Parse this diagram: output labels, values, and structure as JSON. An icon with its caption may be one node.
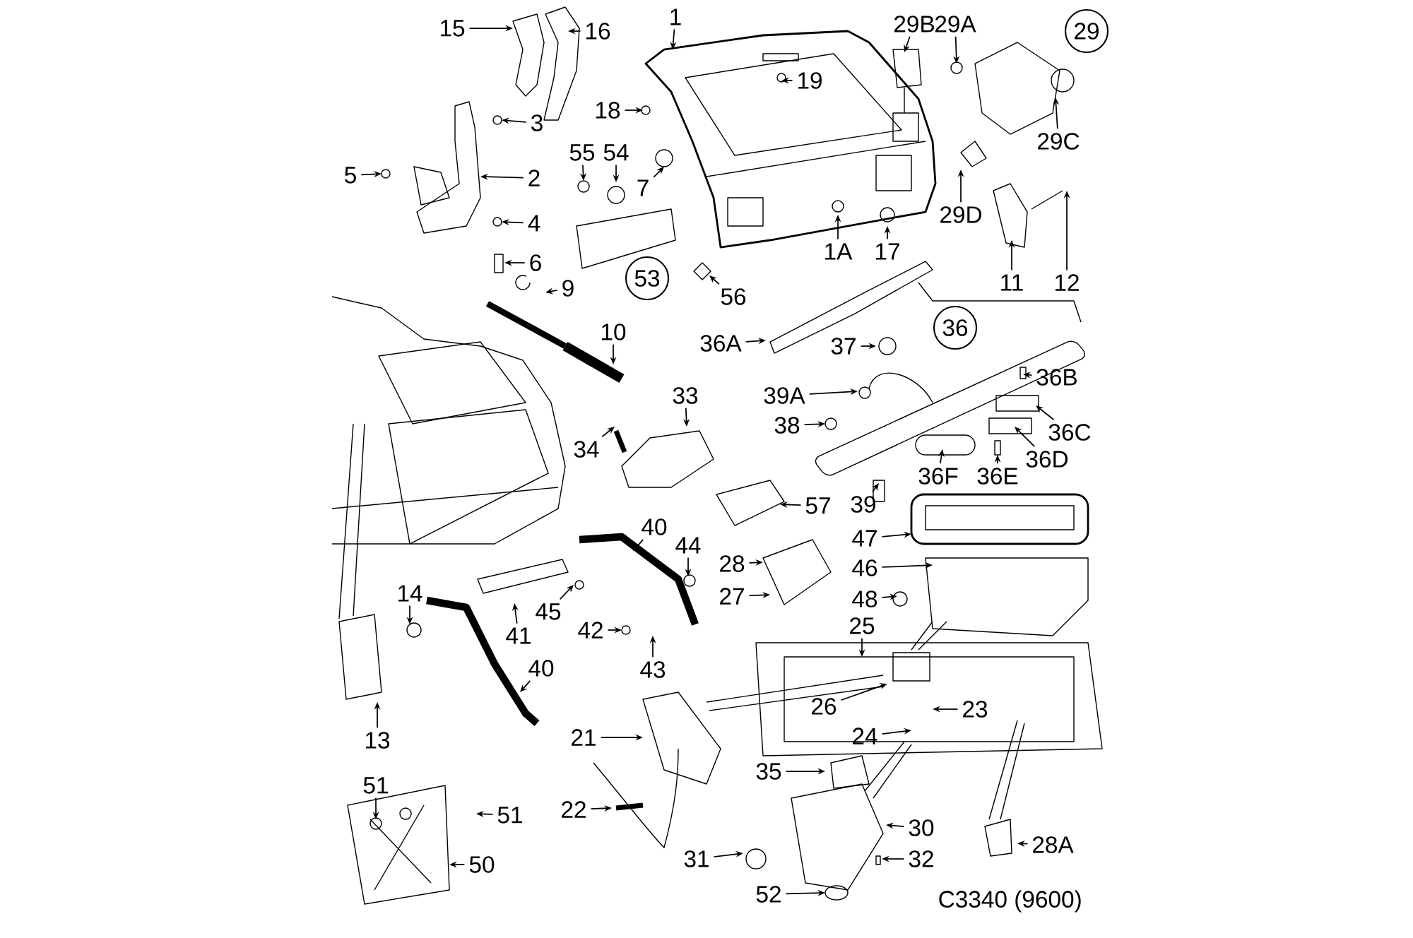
{
  "diagram": {
    "nodes": [
      {
        "text": [
          "1"
        ]
      },
      {
        "text": [
          "15"
        ]
      },
      {
        "text": [
          "16"
        ]
      },
      {
        "text": [
          "29B"
        ]
      },
      {
        "text": [
          "29A"
        ]
      },
      {
        "text": [
          "29"
        ]
      },
      {
        "text": [
          "19"
        ]
      },
      {
        "text": [
          "18"
        ]
      },
      {
        "text": [
          "3"
        ]
      },
      {
        "text": [
          "29C"
        ]
      },
      {
        "text": [
          "55"
        ]
      },
      {
        "text": [
          "54"
        ]
      },
      {
        "text": [
          "5"
        ]
      },
      {
        "text": [
          "2"
        ]
      },
      {
        "text": [
          "7"
        ]
      },
      {
        "text": [
          "29D"
        ]
      },
      {
        "text": [
          "4"
        ]
      },
      {
        "text": [
          "1A"
        ]
      },
      {
        "text": [
          "17"
        ]
      },
      {
        "text": [
          "6"
        ]
      },
      {
        "text": [
          "53"
        ]
      },
      {
        "text": [
          "11"
        ]
      },
      {
        "text": [
          "12"
        ]
      },
      {
        "text": [
          "9"
        ]
      },
      {
        "text": [
          "56"
        ]
      },
      {
        "text": [
          "36"
        ]
      },
      {
        "text": [
          "10"
        ]
      },
      {
        "text": [
          "36A"
        ]
      },
      {
        "text": [
          "37"
        ]
      },
      {
        "text": [
          "36B"
        ]
      },
      {
        "text": [
          "33"
        ]
      },
      {
        "text": [
          "39A"
        ]
      },
      {
        "text": [
          "38"
        ]
      },
      {
        "text": [
          "36C"
        ]
      },
      {
        "text": [
          "34"
        ]
      },
      {
        "text": [
          "36D"
        ]
      },
      {
        "text": [
          "36F"
        ]
      },
      {
        "text": [
          "36E"
        ]
      },
      {
        "text": [
          "39"
        ]
      },
      {
        "text": [
          "57"
        ]
      },
      {
        "text": [
          "40"
        ]
      },
      {
        "text": [
          "47"
        ]
      },
      {
        "text": [
          "44"
        ]
      },
      {
        "text": [
          "28"
        ]
      },
      {
        "text": [
          "46"
        ]
      },
      {
        "text": [
          "14"
        ]
      },
      {
        "text": [
          "27"
        ]
      },
      {
        "text": [
          "48"
        ]
      },
      {
        "text": [
          "45"
        ]
      },
      {
        "text": [
          "25"
        ]
      },
      {
        "text": [
          "42"
        ]
      },
      {
        "text": [
          "41"
        ]
      },
      {
        "text": [
          "40"
        ]
      },
      {
        "text": [
          "43"
        ]
      },
      {
        "text": [
          "23"
        ]
      },
      {
        "text": [
          "26"
        ]
      },
      {
        "text": [
          "24"
        ]
      },
      {
        "text": [
          "21"
        ]
      },
      {
        "text": [
          "13"
        ]
      },
      {
        "text": [
          "35"
        ]
      },
      {
        "text": [
          "51"
        ]
      },
      {
        "text": [
          "22"
        ]
      },
      {
        "text": [
          "51"
        ]
      },
      {
        "text": [
          "30"
        ]
      },
      {
        "text": [
          "28A"
        ]
      },
      {
        "text": [
          "31"
        ]
      },
      {
        "text": [
          "32"
        ]
      },
      {
        "text": [
          "50"
        ]
      },
      {
        "text": [
          "52"
        ]
      }
    ],
    "edges": [
      {
        "from": 0,
        "to": null,
        "arrow": "to"
      },
      {
        "from": 1,
        "to": null,
        "arrow": "to"
      },
      {
        "from": 2,
        "to": null,
        "arrow": "to"
      },
      {
        "from": 3,
        "to": null,
        "arrow": "to"
      },
      {
        "from": 4,
        "to": null,
        "arrow": "to"
      },
      {
        "from": 6,
        "to": null,
        "arrow": "to"
      },
      {
        "from": 7,
        "to": null,
        "arrow": "to"
      },
      {
        "from": 8,
        "to": null,
        "arrow": "to"
      },
      {
        "from": 9,
        "to": null,
        "arrow": "to"
      },
      {
        "from": 10,
        "to": null,
        "arrow": "to"
      },
      {
        "from": 11,
        "to": null,
        "arrow": "to"
      },
      {
        "from": 12,
        "to": null,
        "arrow": "to"
      },
      {
        "from": 13,
        "to": null,
        "arrow": "to"
      },
      {
        "from": 14,
        "to": null,
        "arrow": "to"
      },
      {
        "from": 15,
        "to": null,
        "arrow": "to"
      },
      {
        "from": 16,
        "to": null,
        "arrow": "to"
      },
      {
        "from": 17,
        "to": null,
        "arrow": "to"
      },
      {
        "from": 18,
        "to": null,
        "arrow": "to"
      },
      {
        "from": 19,
        "to": null,
        "arrow": "to"
      },
      {
        "from": 21,
        "to": null,
        "arrow": "to"
      },
      {
        "from": 22,
        "to": null,
        "arrow": "to"
      },
      {
        "from": 23,
        "to": null,
        "arrow": "to"
      },
      {
        "from": 24,
        "to": null,
        "arrow": "to"
      },
      {
        "from": 26,
        "to": null,
        "arrow": "to"
      },
      {
        "from": 27,
        "to": null,
        "arrow": "to"
      },
      {
        "from": 28,
        "to": null,
        "arrow": "to"
      },
      {
        "from": 29,
        "to": null,
        "arrow": "to"
      },
      {
        "from": 30,
        "to": null,
        "arrow": "to"
      },
      {
        "from": 31,
        "to": null,
        "arrow": "to"
      },
      {
        "from": 32,
        "to": null,
        "arrow": "to"
      },
      {
        "from": 33,
        "to": null,
        "arrow": "to"
      },
      {
        "from": 34,
        "to": null,
        "arrow": "to"
      },
      {
        "from": 35,
        "to": null,
        "arrow": "to"
      },
      {
        "from": 36,
        "to": null,
        "arrow": "to"
      },
      {
        "from": 37,
        "to": null,
        "arrow": "to"
      },
      {
        "from": 38,
        "to": null,
        "arrow": "to"
      },
      {
        "from": 39,
        "to": null,
        "arrow": "to"
      },
      {
        "from": 40,
        "to": null,
        "arrow": "to"
      },
      {
        "from": 41,
        "to": null,
        "arrow": "to"
      },
      {
        "from": 42,
        "to": null,
        "arrow": "to"
      },
      {
        "from": 43,
        "to": null,
        "arrow": "to"
      },
      {
        "from": 44,
        "to": null,
        "arrow": "to"
      },
      {
        "from": 45,
        "to": null,
        "arrow": "to"
      },
      {
        "from": 46,
        "to": null,
        "arrow": "to"
      },
      {
        "from": 47,
        "to": null,
        "arrow": "to"
      },
      {
        "from": 48,
        "to": null,
        "arrow": "to"
      },
      {
        "from": 49,
        "to": null,
        "arrow": "to"
      },
      {
        "from": 50,
        "to": null,
        "arrow": "to"
      },
      {
        "from": 51,
        "to": null,
        "arrow": "to"
      },
      {
        "from": 52,
        "to": null,
        "arrow": "to"
      },
      {
        "from": 53,
        "to": null,
        "arrow": "to"
      },
      {
        "from": 54,
        "to": null,
        "arrow": "to"
      },
      {
        "from": 55,
        "to": null,
        "arrow": "to"
      },
      {
        "from": 56,
        "to": null,
        "arrow": "to"
      },
      {
        "from": 57,
        "to": null,
        "arrow": "to"
      },
      {
        "from": 58,
        "to": null,
        "arrow": "to"
      },
      {
        "from": 59,
        "to": null,
        "arrow": "to"
      },
      {
        "from": 60,
        "to": null,
        "arrow": "to"
      },
      {
        "from": 61,
        "to": null,
        "arrow": "to"
      },
      {
        "from": 62,
        "to": null,
        "arrow": "to"
      },
      {
        "from": 63,
        "to": null,
        "arrow": "to"
      },
      {
        "from": 64,
        "to": null,
        "arrow": "to"
      },
      {
        "from": 65,
        "to": null,
        "arrow": "to"
      },
      {
        "from": 66,
        "to": null,
        "arrow": "to"
      },
      {
        "from": 67,
        "to": null,
        "arrow": "to"
      },
      {
        "from": 68,
        "to": null,
        "arrow": "to"
      }
    ],
    "labels": [
      "C3340 (9600)"
    ]
  }
}
